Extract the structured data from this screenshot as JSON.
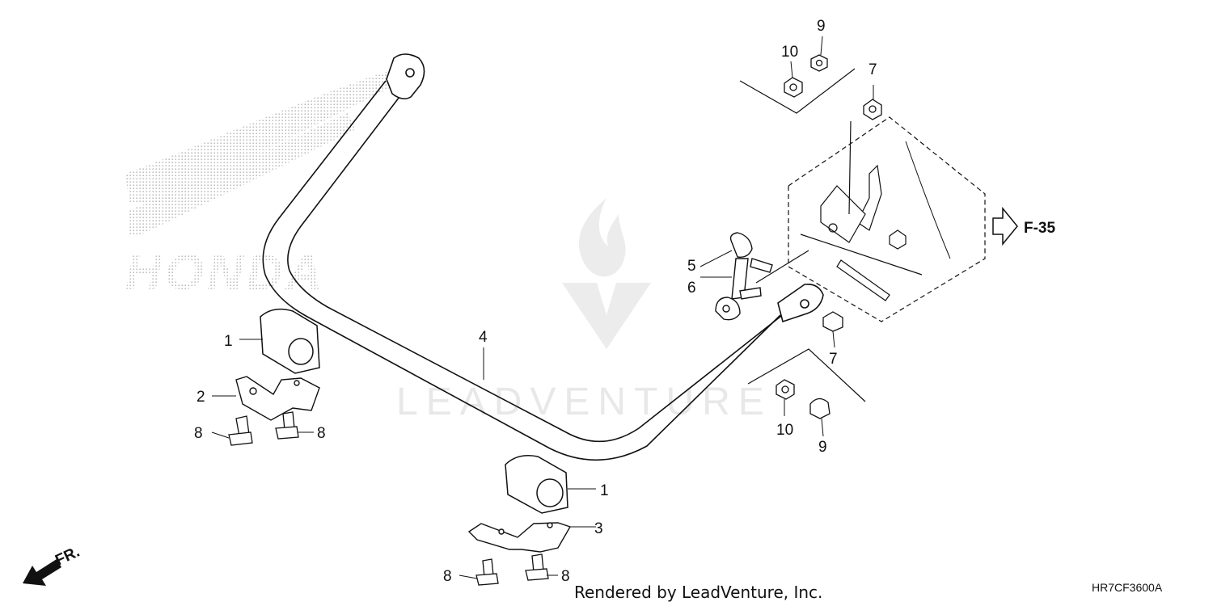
{
  "watermark": {
    "brand": "LEADVENTURE",
    "oem_logo": "HONDA"
  },
  "callouts": {
    "c1_top": "1",
    "c1_bottom": "1",
    "c2": "2",
    "c3": "3",
    "c4": "4",
    "c5": "5",
    "c6": "6",
    "c7_top": "7",
    "c7_bottom": "7",
    "c8_a": "8",
    "c8_b": "8",
    "c8_c": "8",
    "c8_d": "8",
    "c9_top": "9",
    "c9_bottom": "9",
    "c10_top": "10",
    "c10_bottom": "10"
  },
  "reference": {
    "section": "F-35"
  },
  "direction": {
    "label": "FR."
  },
  "footer": {
    "credit": "Rendered by LeadVenture, Inc.",
    "diagram_code": "HR7CF3600A"
  },
  "colors": {
    "ink": "#111111",
    "watermark": "#e6e6e6",
    "stipple": "#bdbdbd"
  }
}
